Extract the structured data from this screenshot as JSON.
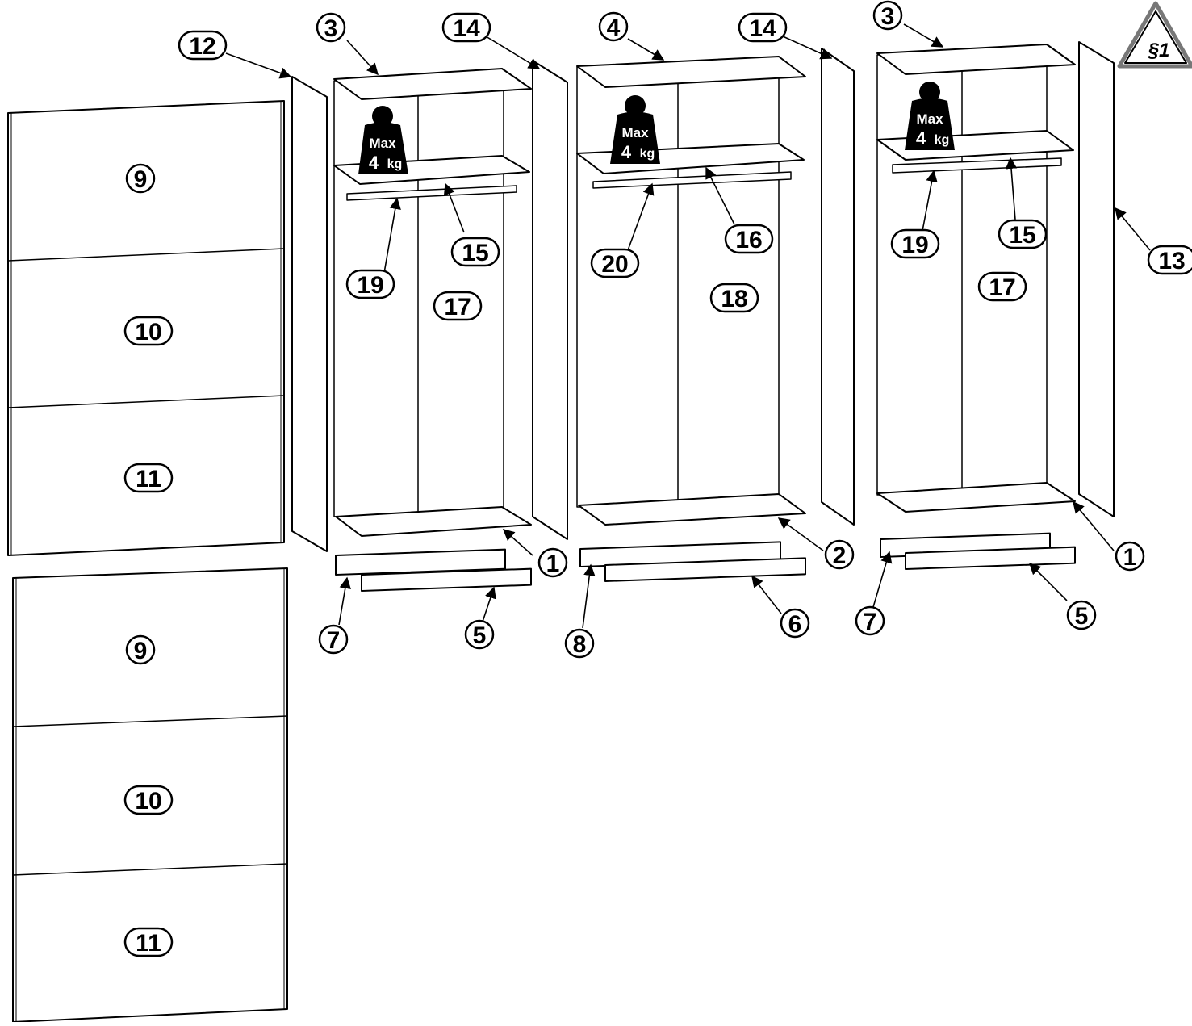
{
  "diagram": {
    "kind": "furniture-assembly-parts-overview",
    "stroke_color": "#000000",
    "background_color": "#ffffff",
    "callouts": {
      "c12": "12",
      "c3a": "3",
      "c14a": "14",
      "c4": "4",
      "c14b": "14",
      "c3b": "3",
      "c13": "13",
      "c9a": "9",
      "c10a": "10",
      "c11a": "11",
      "c9b": "9",
      "c10b": "10",
      "c11b": "11",
      "c19a": "19",
      "c15a": "15",
      "c17a": "17",
      "c1a": "1",
      "c7a": "7",
      "c5a": "5",
      "c20": "20",
      "c16": "16",
      "c18": "18",
      "c2": "2",
      "c8": "8",
      "c6": "6",
      "c19b": "19",
      "c15b": "15",
      "c17b": "17",
      "c1b": "1",
      "c7b": "7",
      "c5b": "5"
    },
    "weight_badges": [
      {
        "line1": "Max",
        "line2": "4",
        "unit": "kg"
      },
      {
        "line1": "Max",
        "line2": "4",
        "unit": "kg"
      },
      {
        "line1": "Max",
        "line2": "4",
        "unit": "kg"
      }
    ],
    "warning_sign": {
      "text": "§1",
      "icon": "warning-triangle-icon"
    }
  }
}
